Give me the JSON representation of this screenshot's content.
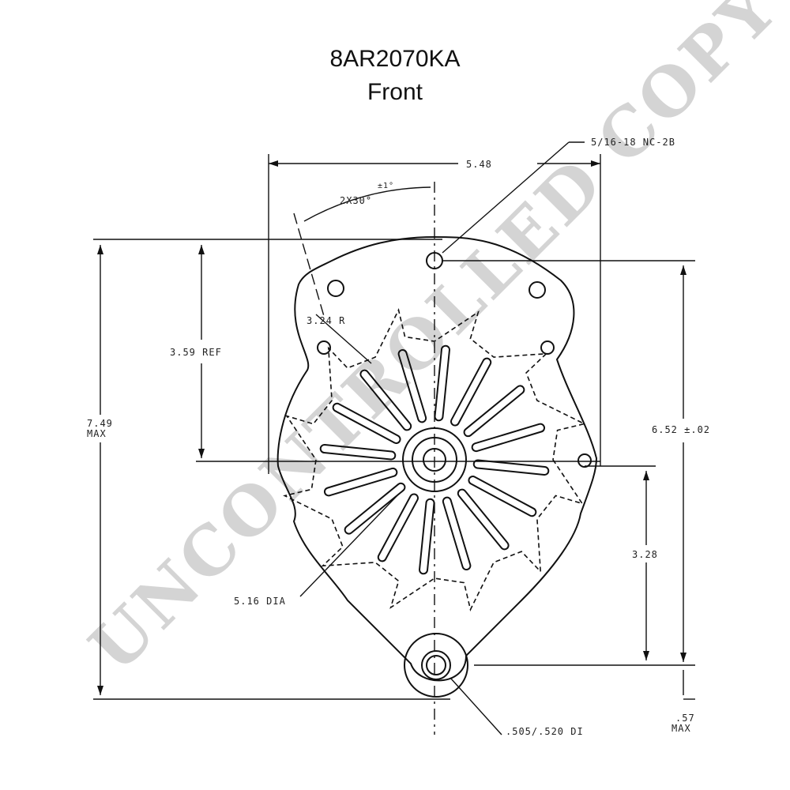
{
  "title": {
    "model": "8AR2070KA",
    "view": "Front"
  },
  "watermark": "UNCONTROLLED COPY",
  "dimensions": {
    "width_top": "5.48",
    "thread": "5/16-18 NC-2B",
    "angle": "2X30°",
    "angle_tol": "±1°",
    "radius": "3.24 R",
    "ref_height": "3.59 REF",
    "overall_height": "7.49",
    "overall_height_note": "MAX",
    "right_height": "6.52 ±.02",
    "lower_height": "3.28",
    "fan_diameter": "5.16 DIA",
    "bottom_offset": ".57",
    "bottom_offset_note": "MAX",
    "bore": ".505/.520 DI"
  },
  "colors": {
    "line": "#111111",
    "watermark": "#d4d4d4"
  }
}
